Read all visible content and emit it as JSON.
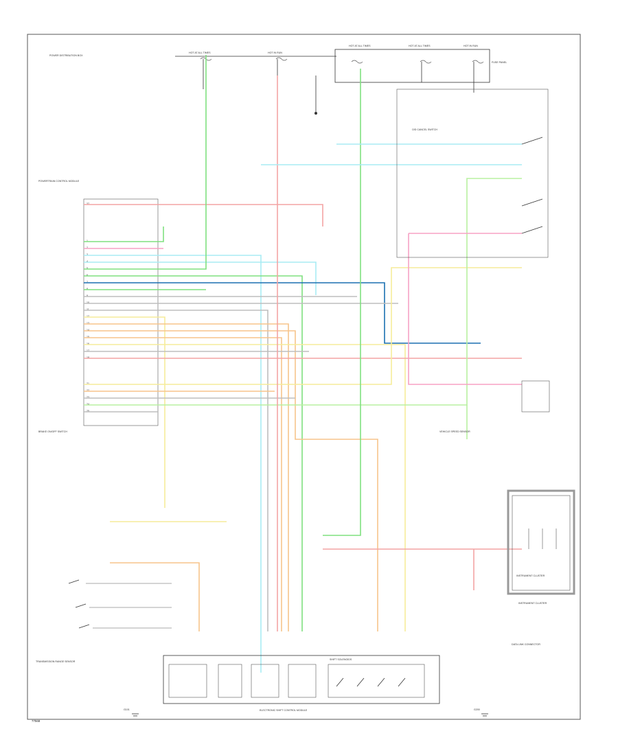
{
  "diagram": {
    "page_id": "77568",
    "bottom_module_label": "ELECTRONIC SHIFT CONTROL MODULE",
    "notes": [
      "INSTRUMENT CLUSTER",
      "DATA LINK CONNECTOR"
    ],
    "labels": {
      "fuse_a": "HOT AT ALL TIMES",
      "fuse_b": "HOT IN RUN",
      "fuse_c": "HOT AT ALL TIMES",
      "fuse_d": "HOT AT ALL TIMES",
      "fuse_e": "HOT IN RUN",
      "fuse_panel": "FUSE PANEL",
      "power_dist": "POWER DISTRIBUTION BOX",
      "ecm_box": "POWERTRAIN CONTROL MODULE",
      "brake_switch": "BRAKE ON/OFF SWITCH",
      "trans_range": "TRANSMISSION RANGE SENSOR",
      "shift_solenoids": "SHIFT SOLENOIDS",
      "o_d_switch": "O/D CANCEL SWITCH",
      "cluster": "INSTRUMENT CLUSTER",
      "speed_sensor": "VEHICLE SPEED SENSOR",
      "ground_left": "G101",
      "ground_right": "G200"
    }
  },
  "colors": {
    "red": "#f4a3a3",
    "pink": "#f7a1c4",
    "green": "#7fe07f",
    "lightgreen": "#b8f0a0",
    "cyan": "#a8ecf4",
    "blue": "#1a6fb0",
    "yellow": "#f6ec9a",
    "orange": "#f7c48a",
    "gray": "#bdbdbd",
    "purple": "#d6b6f0"
  }
}
